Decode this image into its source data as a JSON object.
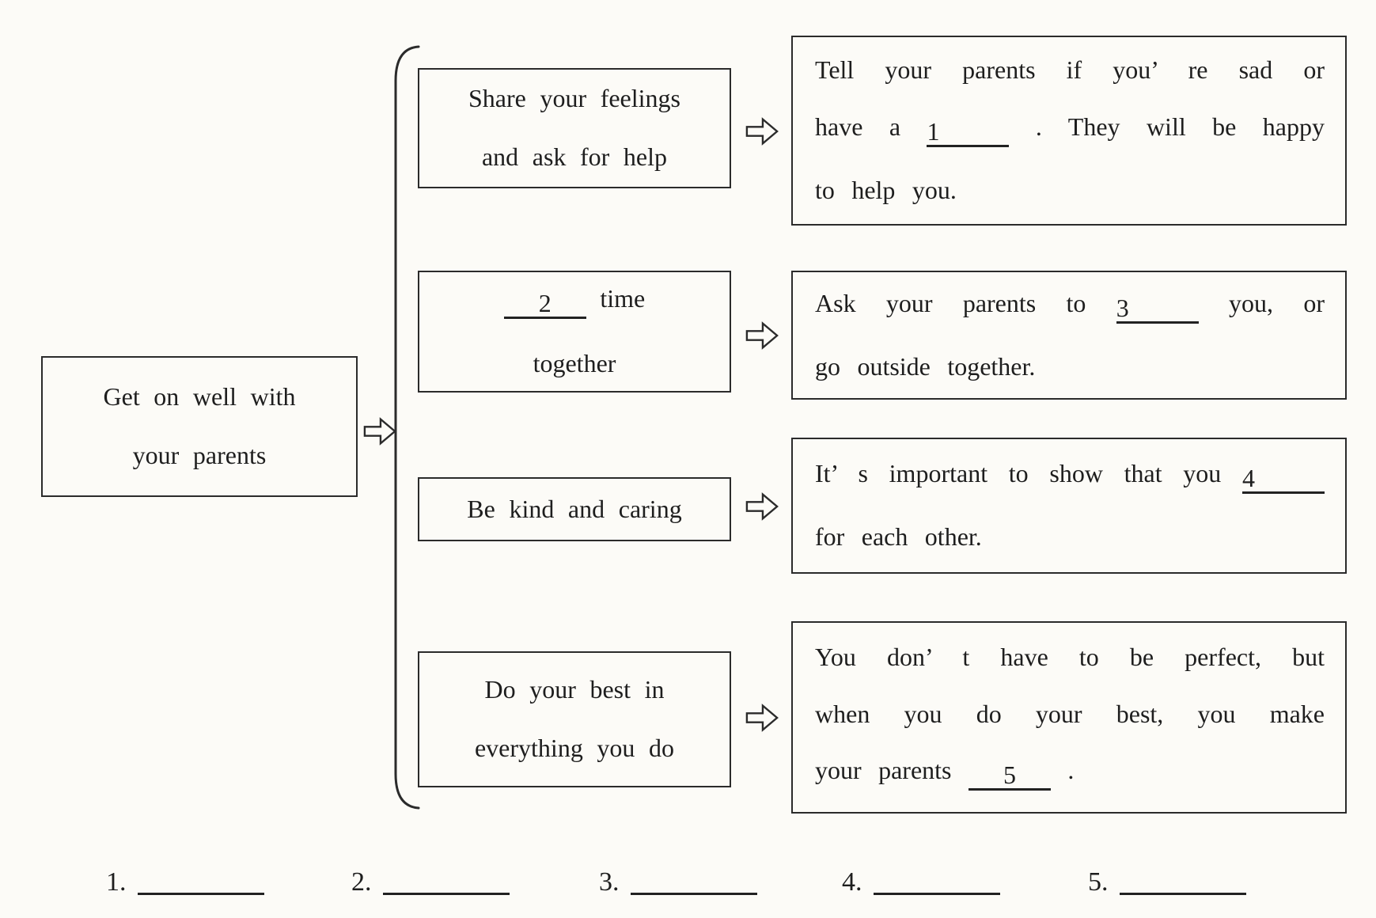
{
  "colors": {
    "paper": "#fcfbf7",
    "ink": "#1e1e1e",
    "line": "#2b2b2b"
  },
  "icons": {
    "arrow": "hollow-right-arrow-icon",
    "bracket": "rounded-left-bracket"
  },
  "root": {
    "lines": [
      "Get on well with",
      "your parents"
    ]
  },
  "branches": [
    {
      "label_lines": [
        "Share your feelings",
        "and ask for help"
      ],
      "detail_lines": [
        "Tell your parents if you’ re sad or",
        "have a {{1}} . They will be happy",
        "to help you."
      ]
    },
    {
      "label_lines": [
        "{{2}} time",
        "together"
      ],
      "detail_lines": [
        "Ask your parents to {{3}} you, or",
        "go outside together."
      ]
    },
    {
      "label_lines": [
        "Be kind and caring"
      ],
      "detail_lines": [
        "It’ s important to show that you {{4}}",
        "for each other."
      ]
    },
    {
      "label_lines": [
        "Do your best in",
        "everything you do"
      ],
      "detail_lines": [
        "You don’ t have to be perfect, but",
        "when you do your best, you make",
        "your parents {{5}} ."
      ]
    }
  ],
  "answers": [
    "1.",
    "2.",
    "3.",
    "4.",
    "5."
  ]
}
